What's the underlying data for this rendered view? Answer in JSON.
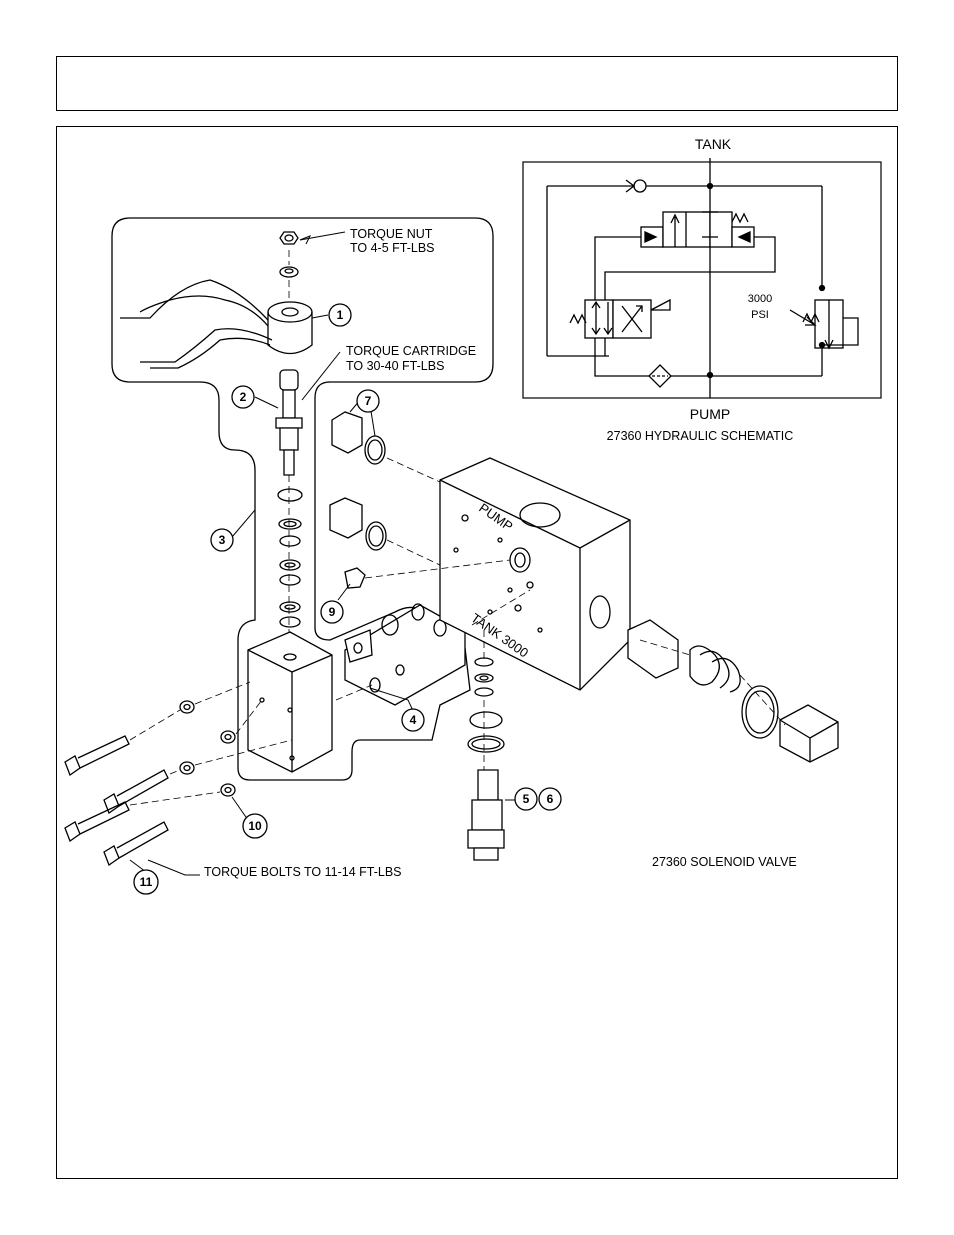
{
  "schematic": {
    "tank_label": "TANK",
    "pump_label": "PUMP",
    "relief_value": "3000",
    "relief_unit": "PSI",
    "caption": "27360 HYDRAULIC SCHEMATIC"
  },
  "notes": {
    "torque_nut_line1": "TORQUE NUT",
    "torque_nut_line2": "TO 4-5 FT-LBS",
    "torque_cartridge_line1": "TORQUE CARTRIDGE",
    "torque_cartridge_line2": "TO 30-40 FT-LBS",
    "torque_bolts": "TORQUE BOLTS TO 11-14 FT-LBS",
    "valve_caption": "27360 SOLENOID VALVE"
  },
  "block_stamps": {
    "pump": "PUMP",
    "tank": "TANK 3000"
  },
  "callouts": {
    "c1": "1",
    "c2": "2",
    "c3": "3",
    "c4": "4",
    "c5": "5",
    "c6": "6",
    "c7": "7",
    "c9": "9",
    "c10": "10",
    "c11": "11"
  }
}
